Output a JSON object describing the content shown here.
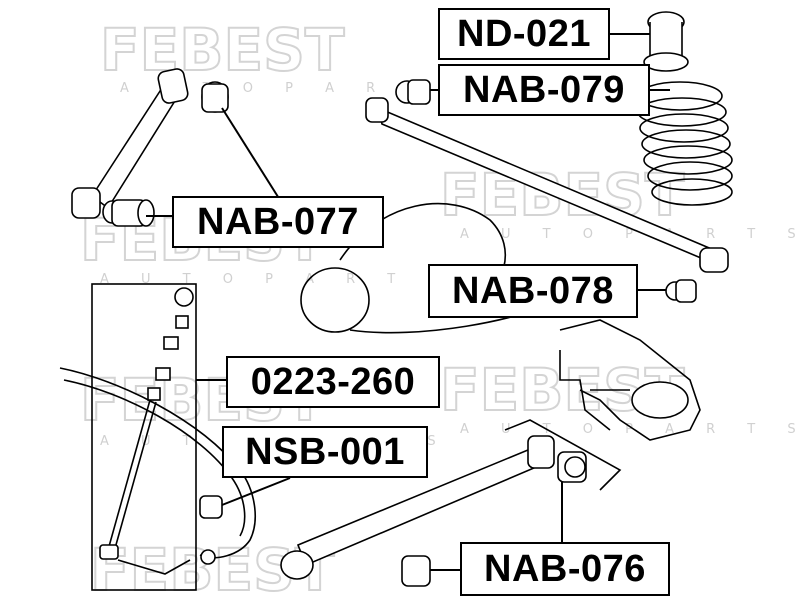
{
  "watermark": {
    "brand": "FEBEST",
    "sub": "A U T O P A R T S"
  },
  "labels": {
    "nd021": "ND-021",
    "nab079": "NAB-079",
    "nab077": "NAB-077",
    "nab078": "NAB-078",
    "kit0223": "0223-260",
    "nsb001": "NSB-001",
    "nab076": "NAB-076"
  }
}
